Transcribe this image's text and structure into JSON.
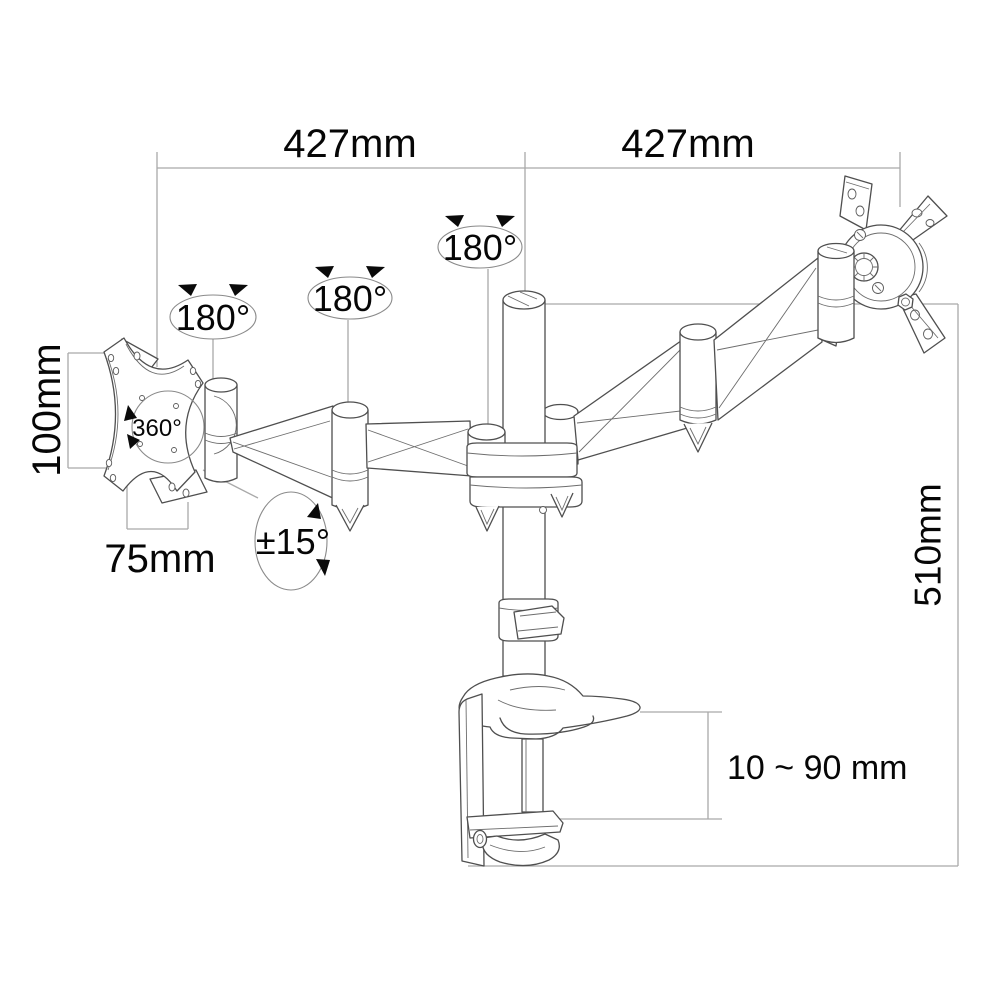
{
  "diagram": {
    "type": "technical-dimension-drawing",
    "subject": "dual-monitor-desk-mount-arm",
    "colors": {
      "background": "#ffffff",
      "drawing_line": "#4f4f4f",
      "dimension_line": "#a9a9a9",
      "annotation_line": "#8a8a8a",
      "text": "#060606"
    },
    "dimensions": {
      "arm_reach_left": "427mm",
      "arm_reach_right": "427mm",
      "vesa_plate_height": "100mm",
      "vesa_plate_width": "75mm",
      "column_height": "510mm",
      "clamp_thickness_range": "10 ~ 90 mm"
    },
    "rotation_labels": {
      "joint_left": "180°",
      "joint_middle": "180°",
      "joint_column": "180°",
      "vesa_rotation": "360°",
      "tilt_range": "±15°"
    }
  }
}
